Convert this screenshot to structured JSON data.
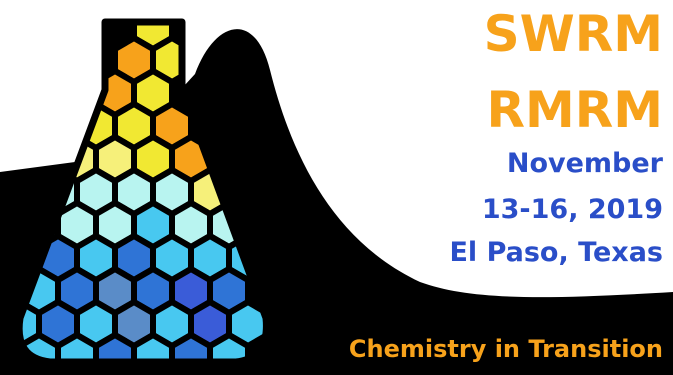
{
  "logo": {
    "line1": "SWRM",
    "line2": "RMRM",
    "date_line1": "November",
    "date_line2": "13-16, 2019",
    "location": "El Paso, Texas",
    "tagline": "Chemistry in Transition"
  },
  "colors": {
    "orange": "#f7a21b",
    "blue_text": "#2a4ec8",
    "black": "#000000",
    "hex_yellow": "#f1e832",
    "hex_light_yellow": "#f6f07a",
    "hex_pale_cyan": "#b8f4f0",
    "hex_cyan": "#48c8f0",
    "hex_blue": "#2f74d6",
    "hex_royal": "#3a5cd8",
    "hex_steel": "#5a8cc8"
  },
  "icons": [
    "erlenmeyer-flask-icon",
    "mountain-silhouette"
  ]
}
